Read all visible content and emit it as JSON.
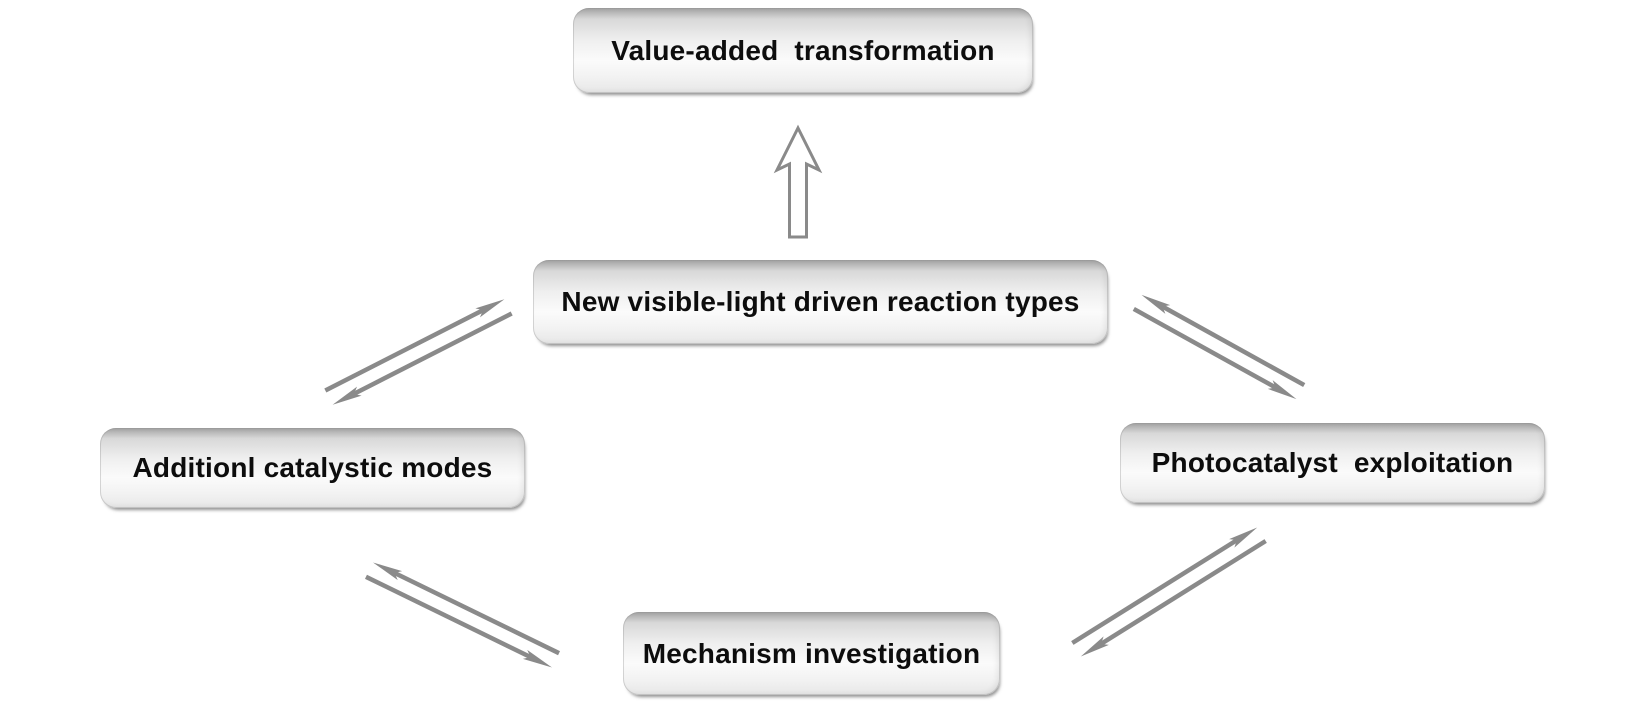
{
  "diagram": {
    "type": "cycle-flow-diagram",
    "background": "#ffffff",
    "nodes": {
      "value_added": {
        "label": "Value-added  transformation"
      },
      "reaction_types": {
        "label": "New visible-light driven reaction types"
      },
      "catalytic_modes": {
        "label": "Additionl catalystic modes"
      },
      "photocatalyst": {
        "label": "Photocatalyst  exploitation"
      },
      "mechanism": {
        "label": "Mechanism investigation"
      }
    },
    "edges": [
      {
        "from": "reaction_types",
        "to": "value_added",
        "style": "hollow-block-arrow",
        "direction": "one-way-up"
      },
      {
        "from": "catalytic_modes",
        "to": "reaction_types",
        "style": "double-line-arrows",
        "direction": "bidirectional"
      },
      {
        "from": "reaction_types",
        "to": "photocatalyst",
        "style": "double-line-arrows",
        "direction": "bidirectional"
      },
      {
        "from": "catalytic_modes",
        "to": "mechanism",
        "style": "double-line-arrows",
        "direction": "bidirectional"
      },
      {
        "from": "mechanism",
        "to": "photocatalyst",
        "style": "double-line-arrows",
        "direction": "bidirectional"
      }
    ],
    "colors": {
      "arrow_gray": "#8a8a8a",
      "box_gradient_top": "#a2a2a2",
      "box_gradient_body": "#fbfbfb",
      "text": "#0d0d0d"
    }
  }
}
